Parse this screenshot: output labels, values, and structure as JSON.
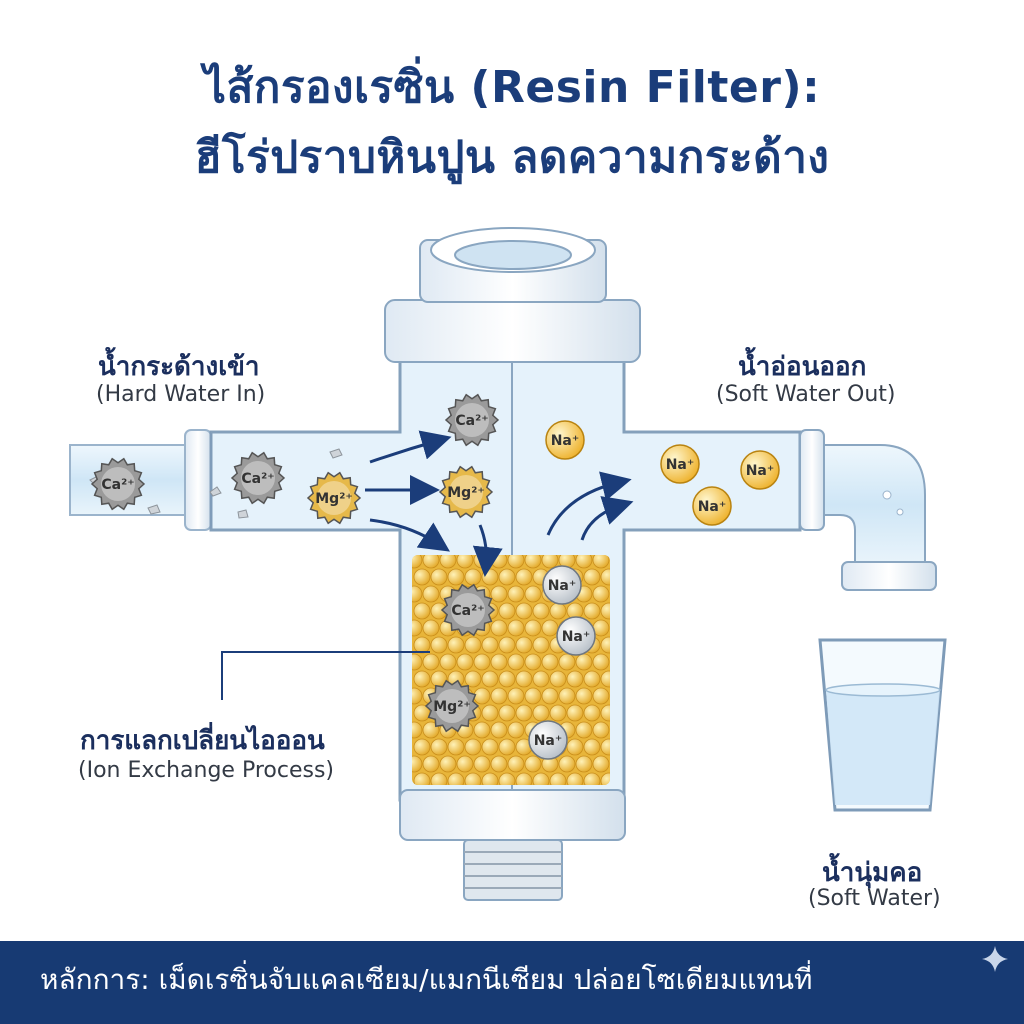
{
  "title": {
    "line1": "ไส้กรองเรซิ่น (Resin Filter):",
    "line2": "ฮีโร่ปราบหินปูน ลดความกระด้าง"
  },
  "labels": {
    "hard_in_th": "น้ำกระด้างเข้า",
    "hard_in_en": "(Hard Water In)",
    "soft_out_th": "น้ำอ่อนออก",
    "soft_out_en": "(Soft Water Out)",
    "exchange_th": "การแลกเปลี่ยนไอออน",
    "exchange_en": "(Ion Exchange Process)",
    "soft_water_th": "น้ำนุ่มคอ",
    "soft_water_en": "(Soft Water)"
  },
  "ions": {
    "calcium": "Ca²⁺",
    "magnesium": "Mg²⁺",
    "sodium": "Na⁺"
  },
  "footer": {
    "text": "หลักการ: เม็ดเรซิ่นจับแคลเซียม/แมกนีเซียม ปล่อยโซเดียมแทนที่"
  },
  "colors": {
    "title": "#1b3d7a",
    "footer_bg": "#173a73",
    "resin": "#f2c14e",
    "hardness_ion": "#9a9a9a",
    "magnesium_ion": "#e6b94a",
    "sodium_ion": "#f5c542",
    "water": "#d6ecfa"
  }
}
